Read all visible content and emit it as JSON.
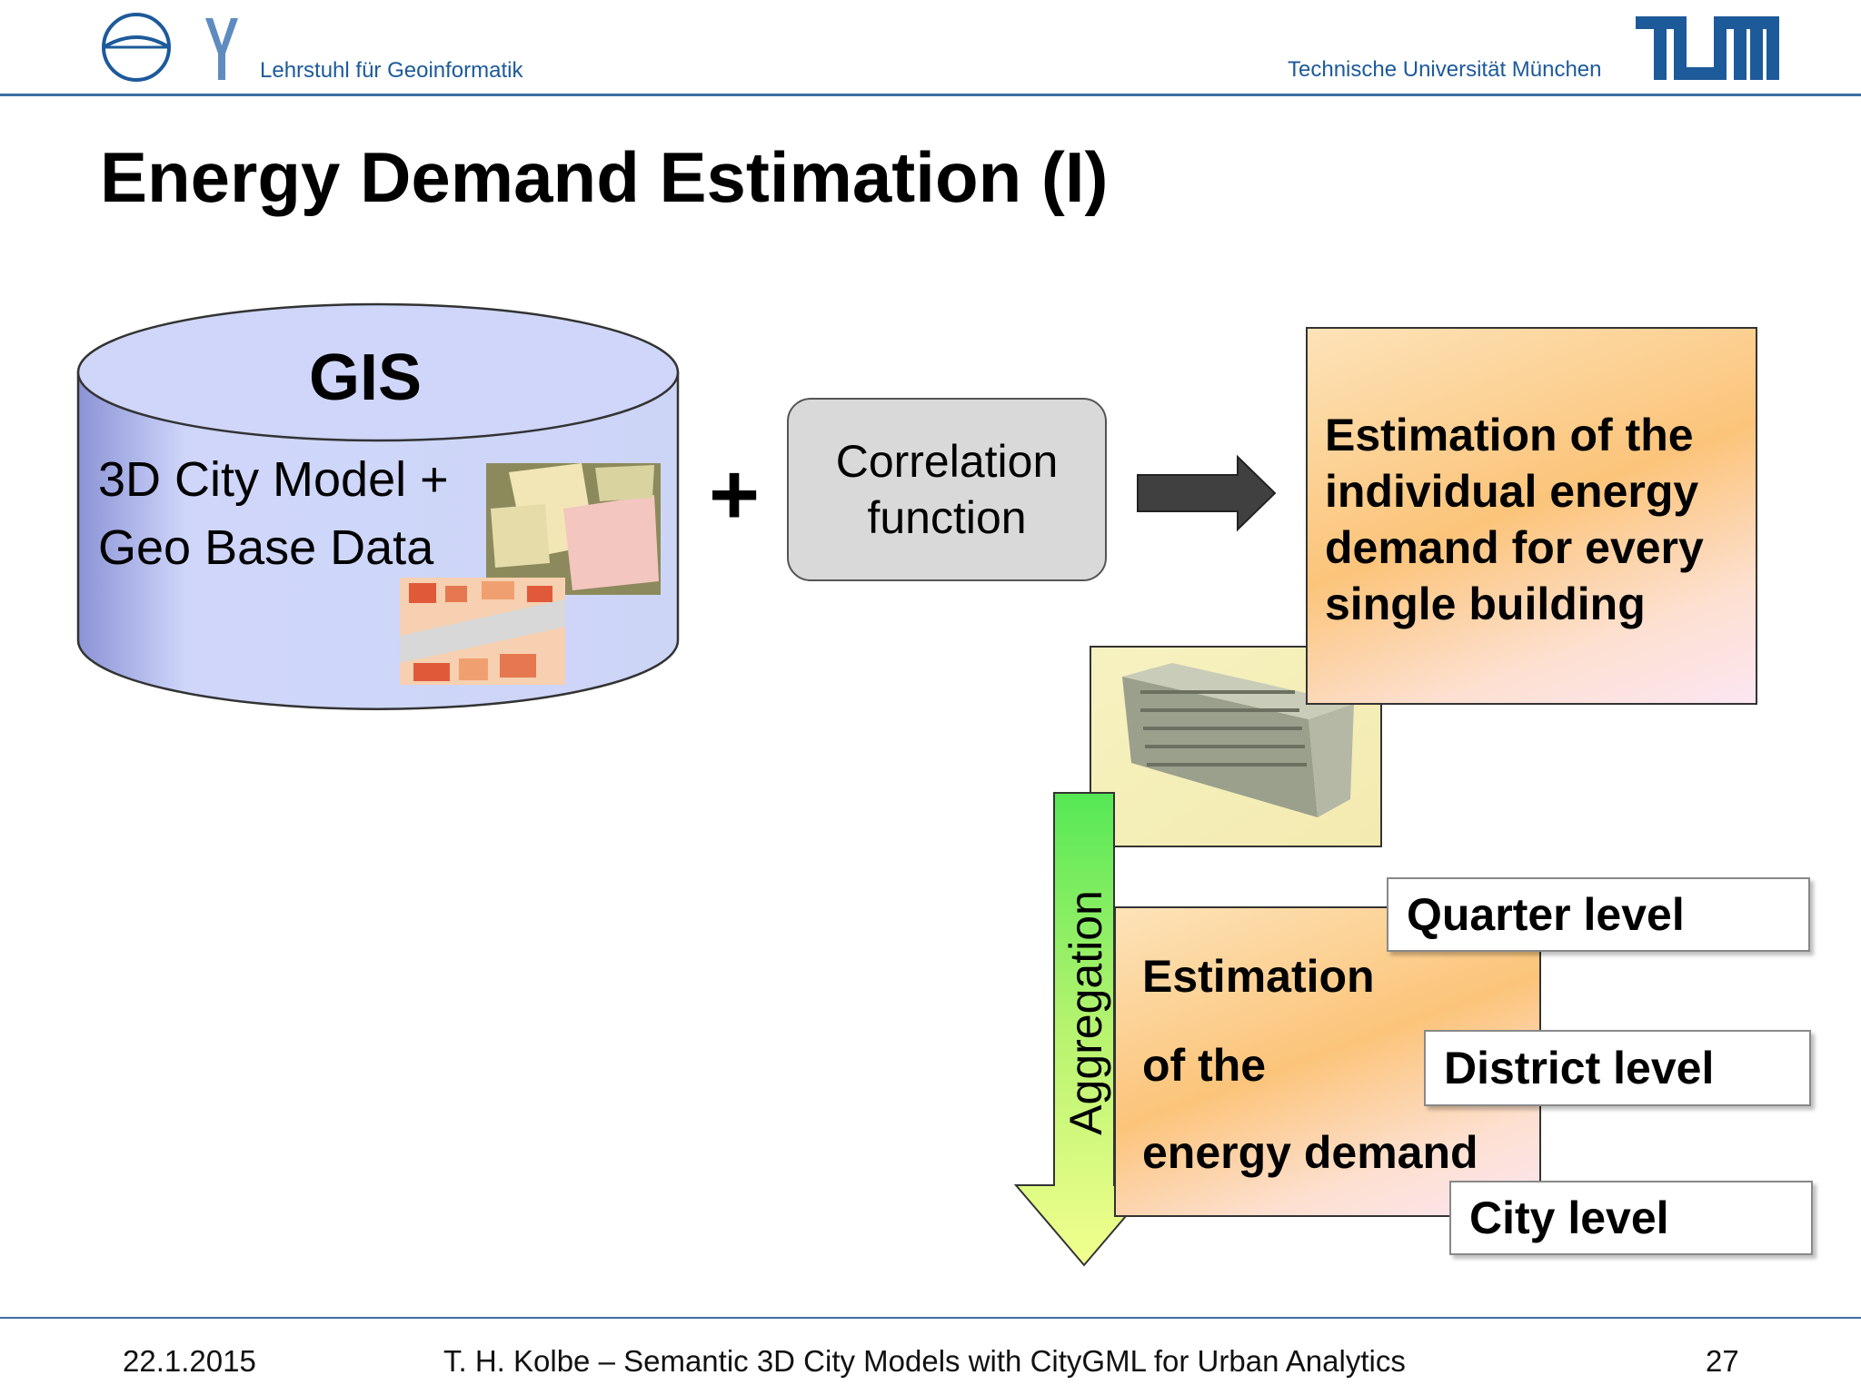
{
  "header": {
    "chair": "Lehrstuhl für Geoinformatik",
    "university": "Technische Universität München"
  },
  "title": "Energy Demand Estimation (I)",
  "gis": {
    "label": "GIS",
    "line1": "3D City Model +",
    "line2": "Geo Base Data"
  },
  "plus": "+",
  "correlation": {
    "line1": "Correlation",
    "line2": "function"
  },
  "building_estimate": {
    "lines": [
      "Estimation of the",
      "individual energy",
      "demand for every",
      "single building"
    ]
  },
  "aggregation": {
    "label": "Aggregation",
    "line1": "Estimation",
    "line2": "of the",
    "line3": "energy demand"
  },
  "levels": {
    "quarter": "Quarter level",
    "district": "District level",
    "city": "City level"
  },
  "footer": {
    "date": "22.1.2015",
    "author": "T. H. Kolbe – Semantic 3D City Models with CityGML for Urban Analytics",
    "page": "27"
  },
  "colors": {
    "accent_blue": "#1d5a9a",
    "cylinder_fill": "#cdd5f7",
    "correlation_fill": "#d9d9d9",
    "arrow_dark": "#404040",
    "aggregation_green": "#66ee66",
    "aggregation_yellow": "#eeff88"
  }
}
